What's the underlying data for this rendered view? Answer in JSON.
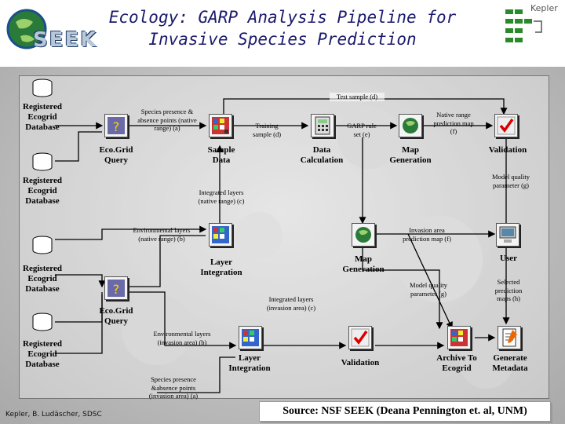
{
  "title_line1": "Ecology: GARP Analysis Pipeline for",
  "title_line2": "Invasive Species Prediction",
  "logo_seek_text": "SEEK",
  "logo_kepler_text": "Kepler",
  "databases": [
    "Registered Ecogrid Database",
    "Registered Ecogrid Database",
    "Registered Ecogrid Database",
    "Registered Ecogrid Database"
  ],
  "nodes": {
    "ecogrid_query_top": "Eco.Grid Query",
    "sample_data": "Sample Data",
    "data_calculation": "Data Calculation",
    "map_generation_top": "Map Generation",
    "validation_top": "Validation",
    "layer_integration_mid": "Layer Integration",
    "map_generation_mid": "Map Generation",
    "user": "User",
    "ecogrid_query_bottom": "Eco.Grid Query",
    "layer_integration_bottom": "Layer Integration",
    "validation_bottom": "Validation",
    "archive": "Archive To Ecogrid",
    "generate_metadata": "Generate Metadata"
  },
  "labels": {
    "test_sample": "Test sample (d)",
    "species_presence": "Species presence & absence points (native range) (a)",
    "training_sample": "Training sample (d)",
    "garp_rule_set": "GARP rule set (e)",
    "native_range_map": "Native range prediction map (f)",
    "model_quality_g": "Model quality parameter (g)",
    "integrated_native": "Integrated layers (native range) (c)",
    "env_layers_native": "Environmental layers (native range) (b)",
    "invasion_map": "Invasion area prediction map (f)",
    "model_quality_g2": "Model quality parameter (g)",
    "selected_maps": "Selected prediction maps (h)",
    "integrated_invasion": "Integrated layers (invasion area) (c)",
    "env_layers_invasion": "Environmental layers (invasion area) (b)",
    "species_invasion": "Species presence &absence points (invasion area) (a)"
  },
  "credit": "Kepler, B. Ludäscher, SDSC",
  "source": "Source: NSF SEEK (Deana Pennington et. al, UNM)"
}
